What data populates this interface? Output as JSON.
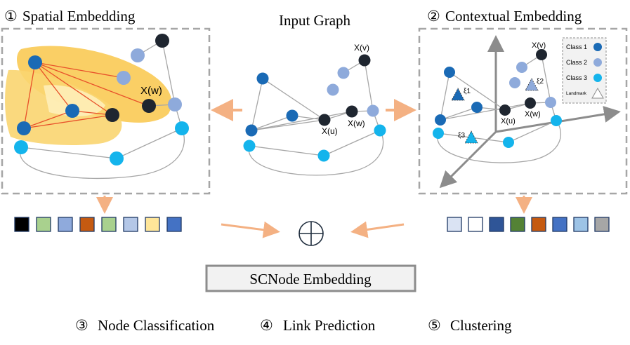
{
  "sections": {
    "spatial": {
      "number": "①",
      "title": "Spatial Embedding"
    },
    "input": {
      "title": "Input Graph"
    },
    "contextual": {
      "number": "②",
      "title": "Contextual Embedding"
    }
  },
  "node_labels": {
    "xw": "X(w)",
    "xu": "X(u)",
    "xv": "X(v)"
  },
  "landmarks": {
    "l1": "ξ1",
    "l2": "ξ2",
    "l3": "ξ3"
  },
  "legend": {
    "items": [
      {
        "label": "Class 1",
        "color": "#1a6ab5"
      },
      {
        "label": "Class 2",
        "color": "#8eaadb"
      },
      {
        "label": "Class 3",
        "color": "#14b4ec"
      }
    ],
    "landmark_label": "Landmark"
  },
  "colors": {
    "class1": "#1a6ab5",
    "class2": "#8eaadb",
    "class3": "#14b4ec",
    "dark": "#1f2630",
    "edge": "#a6a6a6",
    "arrow": "#f4b183",
    "highlight": "#f9c74a",
    "highlight_edge": "#e8502a",
    "dashed_border": "#a6a6a6"
  },
  "spatial_vector": [
    "#000000",
    "#a9d18e",
    "#8faadc",
    "#c55a11",
    "#a9d18e",
    "#b4c7e7",
    "#ffe699",
    "#4472c4"
  ],
  "contextual_vector": [
    "#dae3f3",
    "#ffffff",
    "#2f5597",
    "#548235",
    "#c55a11",
    "#4472c4",
    "#9dc3e6",
    "#a6a6a6"
  ],
  "combine_symbol": "⊕",
  "result": {
    "label": "SCNode Embedding"
  },
  "tasks": [
    {
      "number": "③",
      "label": "Node Classification"
    },
    {
      "number": "④",
      "label": "Link Prediction"
    },
    {
      "number": "⑤",
      "label": "Clustering"
    }
  ]
}
